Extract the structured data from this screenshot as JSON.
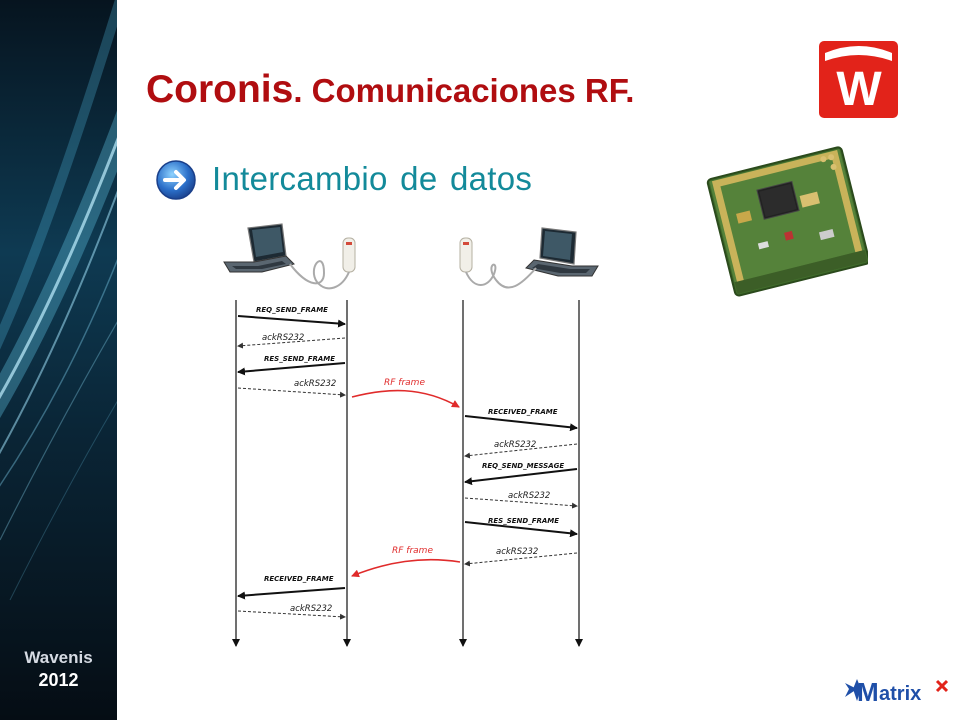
{
  "sidebar": {
    "brand": "Wavenis",
    "year": "2012"
  },
  "title": {
    "part1": "Coronis",
    "part2": ". Comunicaciones RF."
  },
  "subtitle": "Intercambio de datos",
  "logos": {
    "corner": "W",
    "footer_badge": "M",
    "footer_text": "atrix"
  },
  "icons": [
    "arrow-right-circle-icon",
    "laptop-icon",
    "radio-modem-icon",
    "wavenis-module-board",
    "wavenis-w-logo",
    "matrix-logo"
  ],
  "colors": {
    "title": "#b00d10",
    "subtitle": "#138a9a",
    "rf_arrow": "#e02b2b",
    "sidebar": "#0a2a3c"
  },
  "diagram": {
    "messages": [
      {
        "label": "REQ_SEND_FRAME",
        "style": "solid",
        "direction": "right",
        "segment": "left"
      },
      {
        "label": "ackRS232",
        "style": "dashed",
        "direction": "left",
        "segment": "left"
      },
      {
        "label": "RES_SEND_FRAME",
        "style": "solid",
        "direction": "left",
        "segment": "left"
      },
      {
        "label": "ackRS232",
        "style": "dashed",
        "direction": "right",
        "segment": "left"
      },
      {
        "label": "RF frame",
        "style": "rf",
        "direction": "right",
        "segment": "middle"
      },
      {
        "label": "RECEIVED_FRAME",
        "style": "solid",
        "direction": "right",
        "segment": "right"
      },
      {
        "label": "ackRS232",
        "style": "dashed",
        "direction": "left",
        "segment": "right"
      },
      {
        "label": "REQ_SEND_MESSAGE",
        "style": "solid",
        "direction": "left",
        "segment": "right"
      },
      {
        "label": "ackRS232",
        "style": "dashed",
        "direction": "right",
        "segment": "right"
      },
      {
        "label": "RES_SEND_FRAME",
        "style": "solid",
        "direction": "right",
        "segment": "right"
      },
      {
        "label": "ackRS232",
        "style": "dashed",
        "direction": "left",
        "segment": "right"
      },
      {
        "label": "RF frame",
        "style": "rf",
        "direction": "left",
        "segment": "middle"
      },
      {
        "label": "RECEIVED_FRAME",
        "style": "solid",
        "direction": "left",
        "segment": "left"
      },
      {
        "label": "ackRS232",
        "style": "dashed",
        "direction": "right",
        "segment": "left"
      }
    ]
  }
}
